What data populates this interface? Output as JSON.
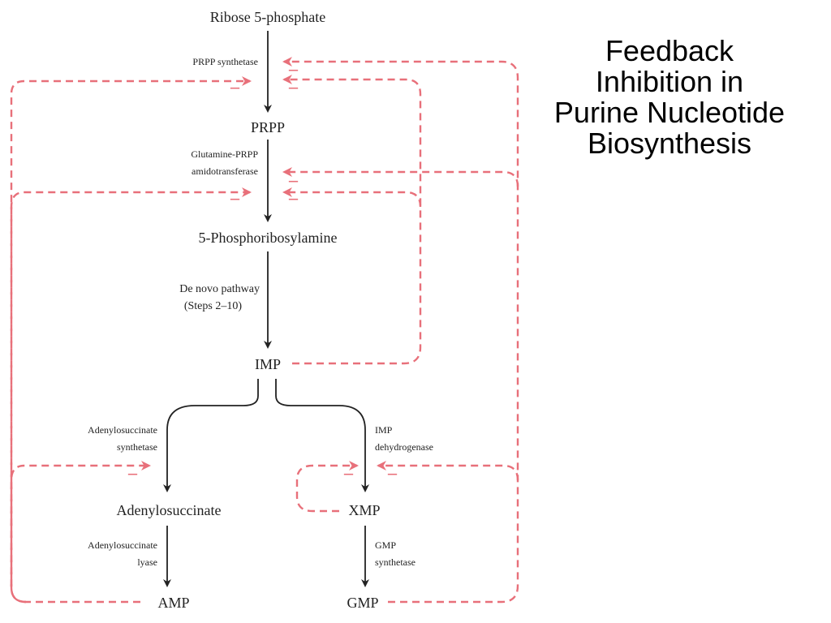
{
  "title_lines": [
    "Feedback",
    "Inhibition in",
    "Purine Nucleotide",
    "Biosynthesis"
  ],
  "nodes": {
    "ribose": "Ribose 5-phosphate",
    "prpp": "PRPP",
    "phosphoribosylamine": "5-Phosphoribosylamine",
    "imp": "IMP",
    "adenylosuccinate": "Adenylosuccinate",
    "xmp": "XMP",
    "amp": "AMP",
    "gmp": "GMP"
  },
  "enzymes": {
    "prpp_synthetase": "PRPP synthetase",
    "glutamine_amidotransferase_1": "Glutamine-PRPP",
    "glutamine_amidotransferase_2": "amidotransferase",
    "de_novo_1": "De novo pathway",
    "de_novo_2": "(Steps 2–10)",
    "adenylosuccinate_synthetase_1": "Adenylosuccinate",
    "adenylosuccinate_synthetase_2": "synthetase",
    "imp_dehydrogenase_1": "IMP",
    "imp_dehydrogenase_2": "dehydrogenase",
    "adenylosuccinate_lyase_1": "Adenylosuccinate",
    "adenylosuccinate_lyase_2": "lyase",
    "gmp_synthetase_1": "GMP",
    "gmp_synthetase_2": "synthetase"
  },
  "inhibition_sign": "–",
  "colors": {
    "pathway": "#222222",
    "feedback": "#e8707a",
    "title": "#000000"
  }
}
